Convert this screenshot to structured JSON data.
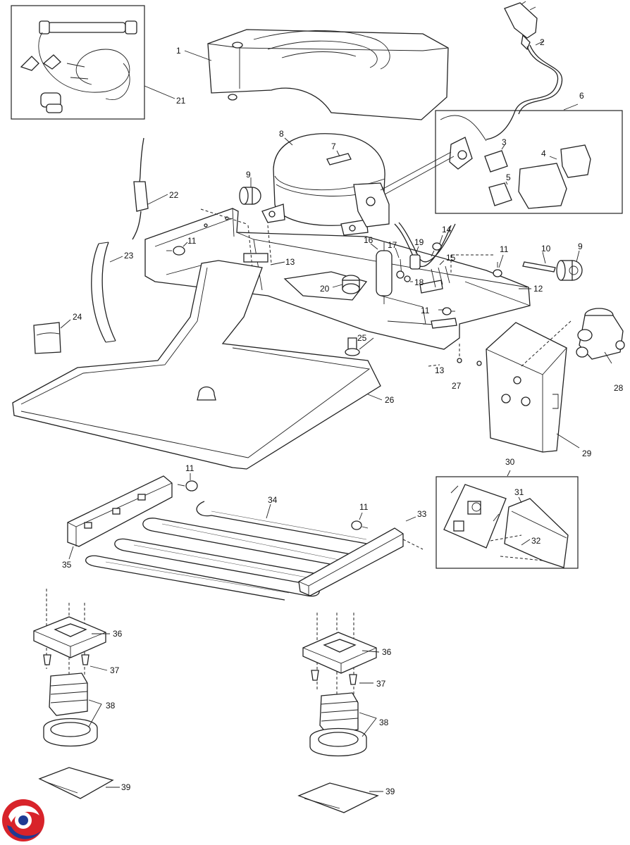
{
  "labels": {
    "p1": "1",
    "p2": "2",
    "p3": "3",
    "p4": "4",
    "p5": "5",
    "p6": "6",
    "p7": "7",
    "p8": "8",
    "p9a": "9",
    "p9b": "9",
    "p10": "10",
    "p11a": "11",
    "p11b": "11",
    "p11c": "11",
    "p11d": "11",
    "p11e": "11",
    "p12": "12",
    "p13a": "13",
    "p13b": "13",
    "p14": "14",
    "p15": "15",
    "p16": "16",
    "p17": "17",
    "p18": "18",
    "p19": "19",
    "p20": "20",
    "p21": "21",
    "p22": "22",
    "p23": "23",
    "p24": "24",
    "p25": "25",
    "p26": "26",
    "p27": "27",
    "p28": "28",
    "p29": "29",
    "p30": "30",
    "p31": "31",
    "p32": "32",
    "p33": "33",
    "p34": "34",
    "p35": "35",
    "p36a": "36",
    "p36b": "36",
    "p37a": "37",
    "p37b": "37",
    "p38a": "38",
    "p38b": "38",
    "p39a": "39",
    "p39b": "39"
  },
  "colors": {
    "line": "#222222",
    "logo_red": "#d8232a",
    "logo_blue": "#1f3a93"
  }
}
